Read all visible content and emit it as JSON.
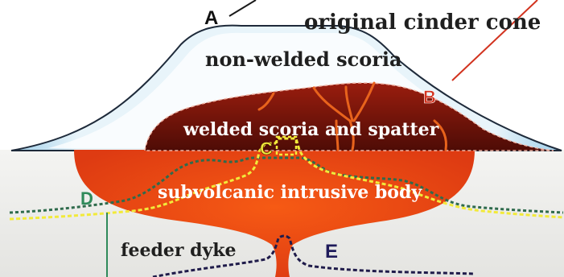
{
  "labels": {
    "original_cone": "original cinder cone",
    "non_welded": "non-welded scoria",
    "welded": "welded scoria and spatter",
    "intrusive": "subvolcanic intrusive body",
    "feeder": "feeder dyke"
  },
  "markers": {
    "a": "A",
    "b": "B",
    "c": "C",
    "d": "D",
    "e": "E"
  },
  "colors": {
    "sky_fill": "#bfe0f2",
    "cone_fill": "#ffffff",
    "welded_fill": "#5a0f08",
    "intrusive_fill": "#ef4a12",
    "ground_fill": "#ececea",
    "yellow_line": "#f2ea3a",
    "green_line": "#2f6b4c",
    "navy_line": "#1f1b4a",
    "marker_red": "#d2331f",
    "marker_green": "#2f8a5a",
    "marker_navy": "#1e1a5a"
  }
}
